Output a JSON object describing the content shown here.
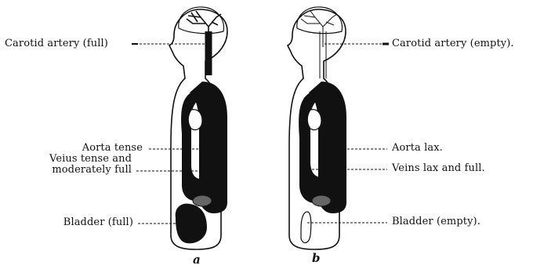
{
  "left_figure": {
    "letter": "a",
    "labels": {
      "carotid": "Carotid artery (full)",
      "aorta": "Aorta tense",
      "veins_line1": "Veius tense and",
      "veins_line2": "moderately full",
      "bladder": "Bladder (full)"
    }
  },
  "right_figure": {
    "letter": "b",
    "labels": {
      "carotid": "Carotid artery (empty).",
      "aorta": "Aorta lax.",
      "veins": "Veins lax and full.",
      "bladder": "Bladder (empty)."
    }
  }
}
